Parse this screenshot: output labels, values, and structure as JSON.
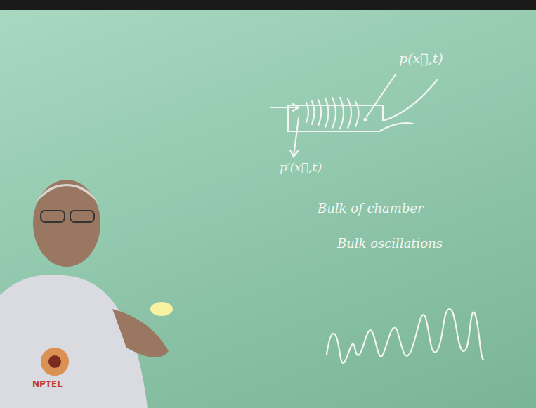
{
  "diagram": {
    "labels": [
      "p(x⃗,t)",
      "p′(x⃗,t)",
      "Bulk of chamber",
      "Bulk oscillations",
      "NPTEL"
    ]
  }
}
